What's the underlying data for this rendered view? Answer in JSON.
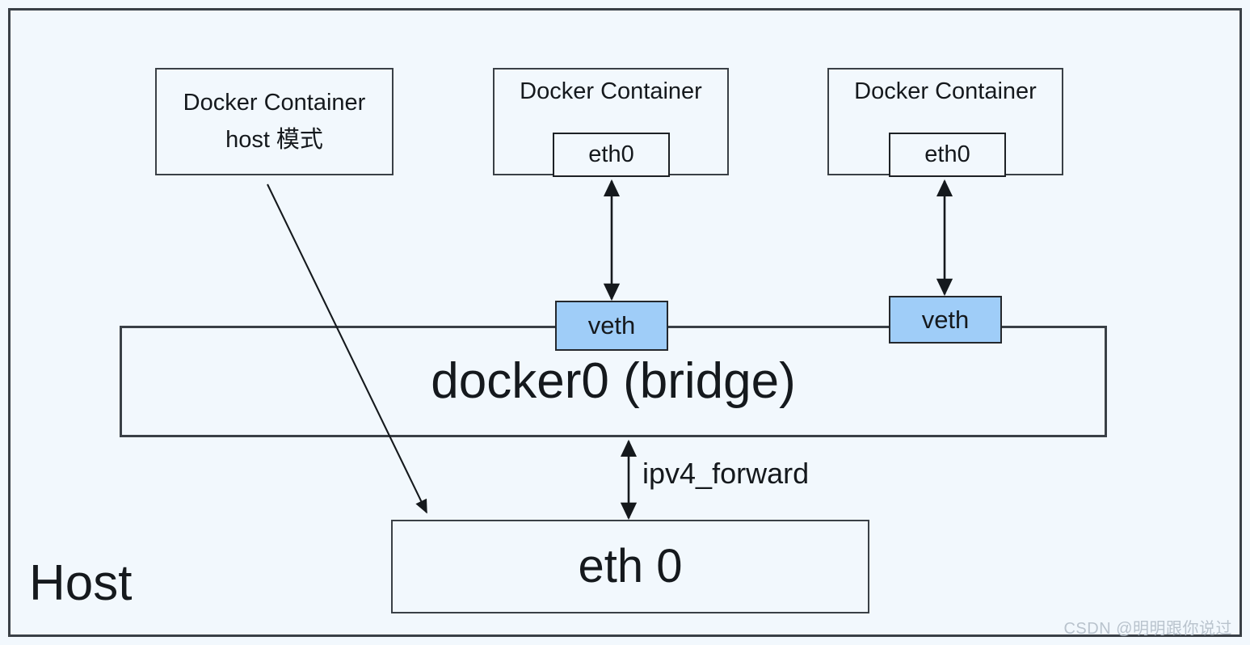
{
  "diagram": {
    "title": "Docker networking modes diagram",
    "background_color": "#f2f8fd",
    "line_color": "#3a4046",
    "accent_color": "#9fcdf8",
    "host_label": "Host",
    "containers": [
      {
        "id": "host-mode",
        "title": "Docker Container",
        "subtitle": "host 模式",
        "mode": "host"
      },
      {
        "id": "bridge-1",
        "title": "Docker Container",
        "interface": "eth0",
        "mode": "bridge"
      },
      {
        "id": "bridge-2",
        "title": "Docker Container",
        "interface": "eth0",
        "mode": "bridge"
      }
    ],
    "veth_left_label": "veth",
    "veth_right_label": "veth",
    "bridge_label": "docker0 (bridge)",
    "host_nic_label": "eth 0",
    "forward_label": "ipv4_forward",
    "watermark": "CSDN @明明跟你说过"
  }
}
